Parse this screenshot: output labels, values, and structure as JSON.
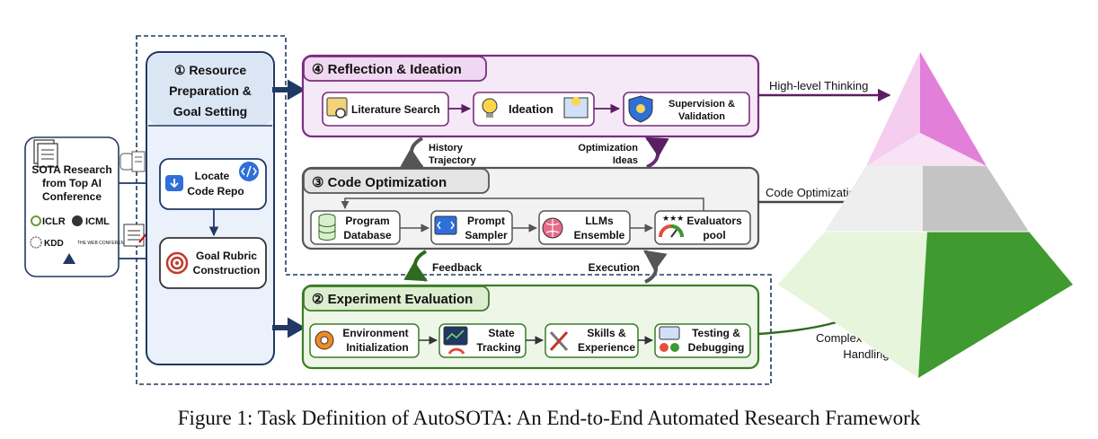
{
  "source": {
    "title_lines": [
      "SOTA Research",
      "from Top AI",
      "Conference"
    ],
    "logos": [
      "ICLR",
      "ICML",
      "KDD",
      "THE WEB CONFERENCE"
    ]
  },
  "resource": {
    "title_lines": [
      "① Resource",
      "Preparation &",
      "Goal Setting"
    ],
    "locate_lines": [
      "Locate",
      "Code Repo"
    ],
    "rubric_lines": [
      "Goal Rubric",
      "Construction"
    ]
  },
  "reflection": {
    "title": "④ Reflection & Ideation",
    "items": [
      {
        "lines": [
          "Literature Search"
        ]
      },
      {
        "lines": [
          "Ideation"
        ]
      },
      {
        "lines": [
          "Supervision &",
          "Validation"
        ]
      }
    ]
  },
  "code": {
    "title": "③ Code Optimization",
    "items": [
      {
        "lines": [
          "Program",
          "Database"
        ]
      },
      {
        "lines": [
          "Prompt",
          "Sampler"
        ]
      },
      {
        "lines": [
          "LLMs",
          "Ensemble"
        ]
      },
      {
        "lines": [
          "Evaluators",
          "pool"
        ]
      }
    ]
  },
  "experiment": {
    "title": "② Experiment Evaluation",
    "items": [
      {
        "lines": [
          "Environment",
          "Initialization"
        ]
      },
      {
        "lines": [
          "State",
          "Tracking"
        ]
      },
      {
        "lines": [
          "Skills &",
          "Experience"
        ]
      },
      {
        "lines": [
          "Testing &",
          "Debugging"
        ]
      }
    ]
  },
  "links": {
    "history_lines": [
      "History",
      "Trajectory"
    ],
    "optimization_lines": [
      "Optimization",
      "Ideas"
    ],
    "feedback": "Feedback",
    "execution": "Execution"
  },
  "pyramid": {
    "top_label": "High-level Thinking",
    "middle_label": "Code Optimization",
    "bottom_lines": [
      "Complex Situations",
      "Handling"
    ]
  },
  "caption": "Figure 1: Task Definition of AutoSOTA: An End-to-End Automated Research Framework",
  "colors": {
    "resource_border": "#1f3864",
    "reflection_border": "#7b2d82",
    "reflection_fill": "#f6e9f7",
    "code_border": "#555555",
    "code_fill": "#f2f2f2",
    "experiment_border": "#3a7d27",
    "experiment_fill": "#eef6e8",
    "pyramid_top": "#e27fd9",
    "pyramid_mid": "#bfbfbf",
    "pyramid_bottom": "#3f9a2f"
  }
}
